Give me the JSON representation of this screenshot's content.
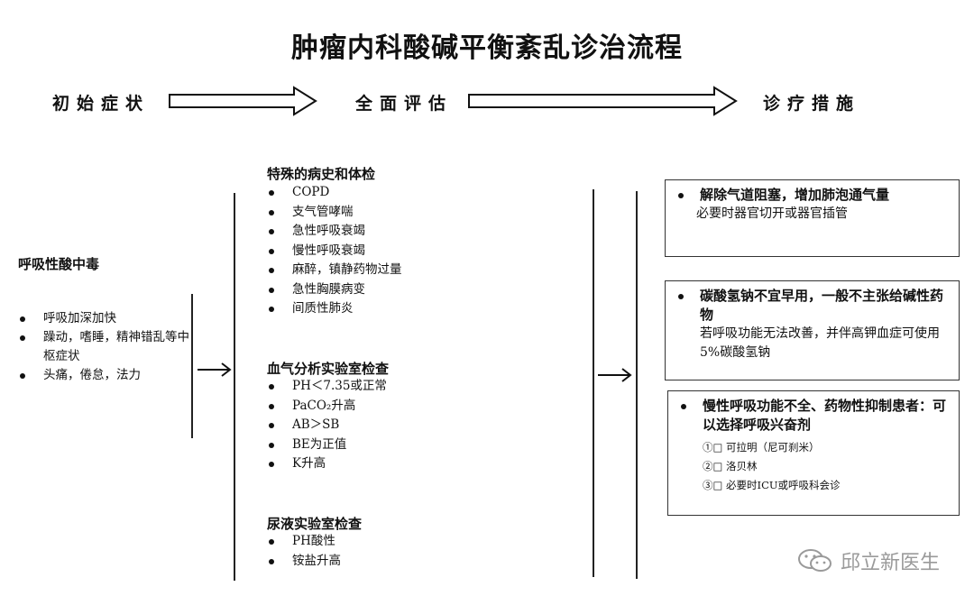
{
  "title": "肿瘤内科酸碱平衡紊乱诊治流程",
  "stages": {
    "initial": "初始症状",
    "assessment": "全面评估",
    "treatment": "诊疗措施"
  },
  "symptoms": {
    "heading": "呼吸性酸中毒",
    "items": [
      "呼吸加深加快",
      "躁动，嗜睡，精神错乱等中枢症状",
      "头痛，倦怠，法力"
    ]
  },
  "assessment": {
    "history": {
      "heading": "特殊的病史和体检",
      "items": [
        "COPD",
        "支气管哮喘",
        "急性呼吸衰竭",
        "慢性呼吸衰竭",
        "麻醉，镇静药物过量",
        "急性胸膜病变",
        "间质性肺炎"
      ]
    },
    "blood_gas": {
      "heading": "血气分析实验室检查",
      "items": [
        "PH＜7.35或正常",
        "PaCO₂升高",
        "AB＞SB",
        "BE为正值",
        "K升高"
      ]
    },
    "urine": {
      "heading": "尿液实验室检查",
      "items": [
        "PH酸性",
        "铵盐升高"
      ]
    }
  },
  "treatment": {
    "box1": {
      "lead": "解除气道阻塞，增加肺泡通气量",
      "sub": "必要时器官切开或器官插管"
    },
    "box2": {
      "lead": "碳酸氢钠不宜早用，一般不主张给碱性药物",
      "sub": "若呼吸功能无法改善，并伴高钾血症可使用5%碳酸氢钠"
    },
    "box3": {
      "lead": "慢性呼吸功能不全、药物性抑制患者：可以选择呼吸兴奋剂",
      "options": [
        "①□ 可拉明（尼可刹米）",
        "②□ 洛贝林",
        "③□ 必要时ICU或呼吸科会诊"
      ]
    }
  },
  "watermark": "邱立新医生"
}
